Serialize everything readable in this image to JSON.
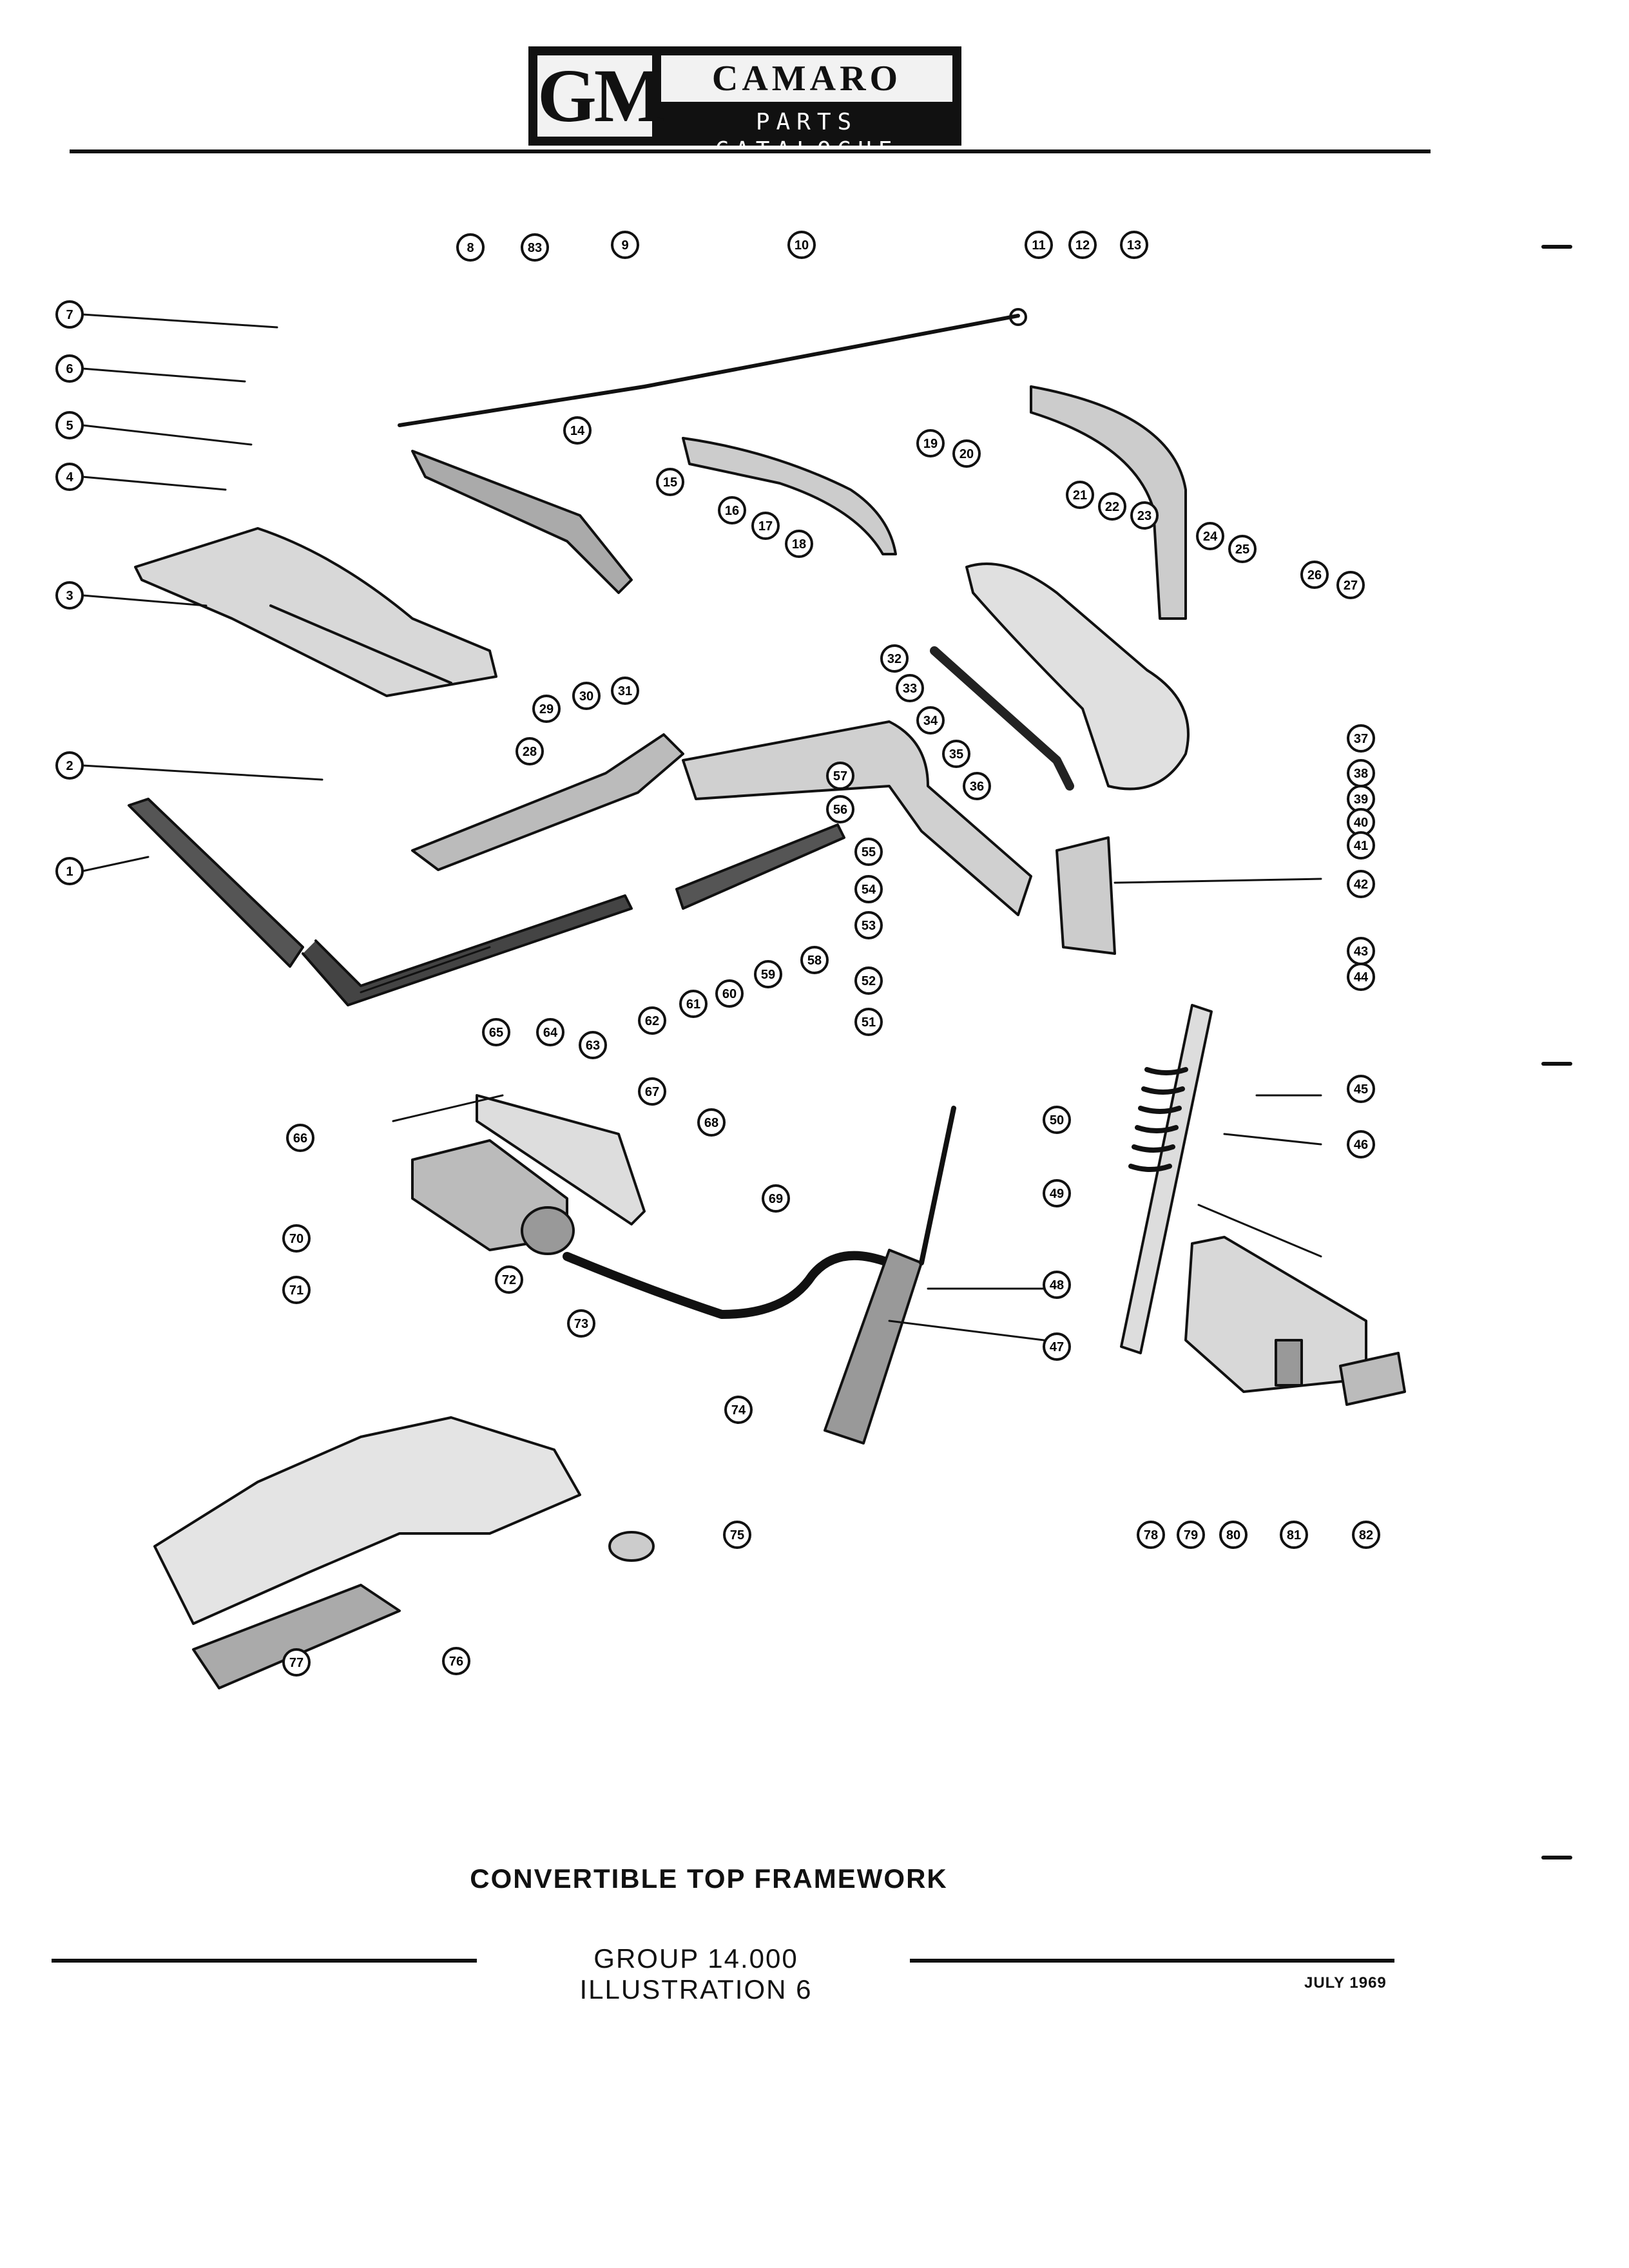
{
  "header": {
    "brand": "GM",
    "model": "CAMARO",
    "subtitle": "PARTS CATALOGUE"
  },
  "caption": "CONVERTIBLE TOP FRAMEWORK",
  "group_line": "GROUP 14.000 ILLUSTRATION 6",
  "date": "JULY 1969",
  "callouts": [
    "1",
    "2",
    "3",
    "4",
    "5",
    "6",
    "7",
    "8",
    "9",
    "10",
    "11",
    "12",
    "13",
    "14",
    "15",
    "16",
    "17",
    "18",
    "19",
    "20",
    "21",
    "22",
    "23",
    "24",
    "25",
    "26",
    "27",
    "28",
    "29",
    "30",
    "31",
    "32",
    "33",
    "34",
    "35",
    "36",
    "37",
    "38",
    "39",
    "40",
    "41",
    "42",
    "43",
    "44",
    "45",
    "46",
    "47",
    "48",
    "49",
    "50",
    "51",
    "52",
    "53",
    "54",
    "55",
    "56",
    "57",
    "58",
    "59",
    "60",
    "61",
    "62",
    "63",
    "64",
    "65",
    "66",
    "67",
    "68",
    "69",
    "70",
    "71",
    "72",
    "73",
    "74",
    "75",
    "76",
    "77",
    "78",
    "79",
    "80",
    "81",
    "82",
    "83"
  ]
}
